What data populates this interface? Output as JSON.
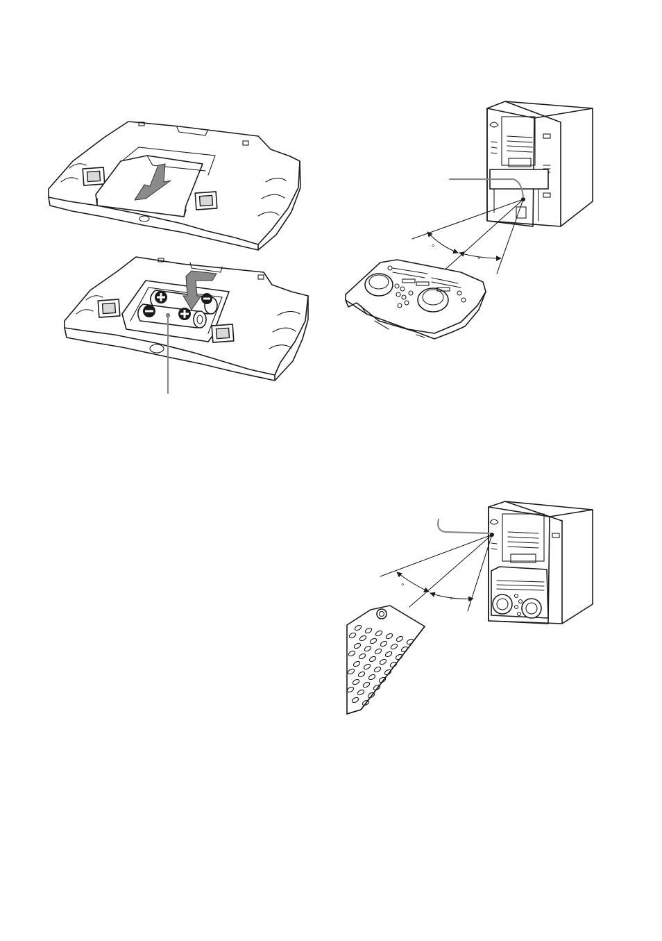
{
  "page": {
    "background": "#ffffff",
    "line_color": "#1a1a1a",
    "callout_color": "#8a8a8a"
  },
  "figures": [
    {
      "name": "battery-cover-removal",
      "icon": "remote-underside-with-cover-arrow"
    },
    {
      "name": "battery-insertion",
      "icon": "remote-underside-with-batteries"
    },
    {
      "name": "jog-remote-operating-angle",
      "icon": "jog-remote-and-stereo-unit"
    },
    {
      "name": "ir-remote-operating-angle",
      "icon": "handheld-remote-and-stereo-unit"
    }
  ],
  "angle_marks": {
    "jog_left": "°",
    "jog_right": "°",
    "ir_left": "°",
    "ir_right": "°"
  }
}
